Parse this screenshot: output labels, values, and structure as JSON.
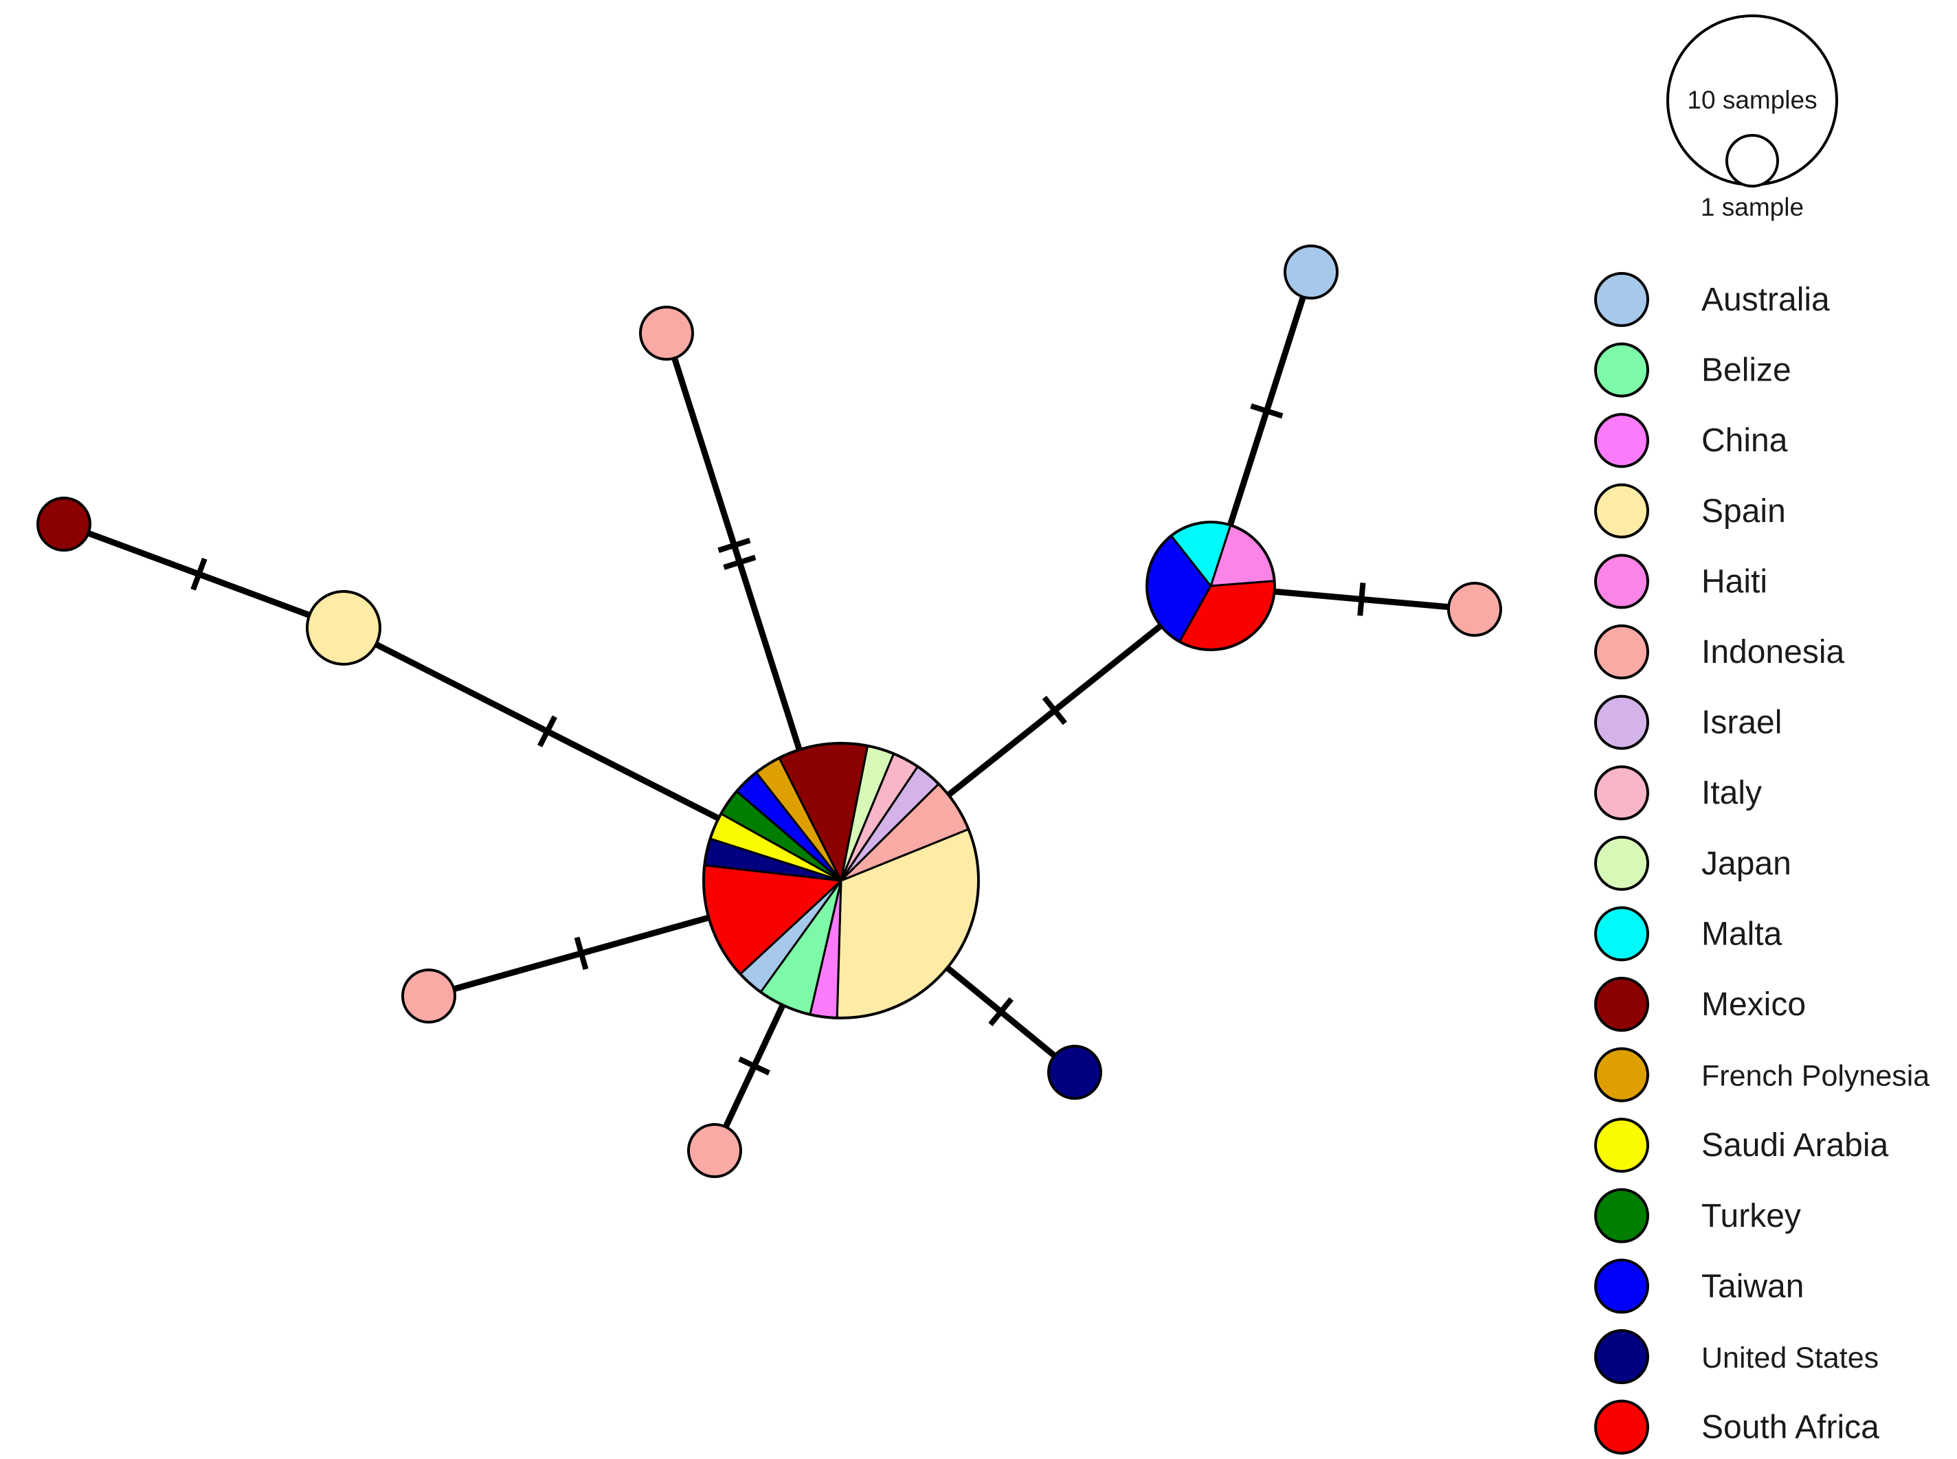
{
  "scale": {
    "large_label": "10 samples",
    "large_count": 10,
    "small_label": "1 sample",
    "small_count": 1
  },
  "legend": [
    {
      "id": "australia",
      "name": "Australia",
      "color": "#a6c8ea"
    },
    {
      "id": "belize",
      "name": "Belize",
      "color": "#7dfaa7"
    },
    {
      "id": "china",
      "name": "China",
      "color": "#fb7bfb"
    },
    {
      "id": "spain",
      "name": "Spain",
      "color": "#fdeba6"
    },
    {
      "id": "haiti",
      "name": "Haiti",
      "color": "#fb84e6"
    },
    {
      "id": "indonesia",
      "name": "Indonesia",
      "color": "#f9aaa5"
    },
    {
      "id": "israel",
      "name": "Israel",
      "color": "#d4b3ea"
    },
    {
      "id": "italy",
      "name": "Italy",
      "color": "#f8b6c8"
    },
    {
      "id": "japan",
      "name": "Japan",
      "color": "#d8f8b8"
    },
    {
      "id": "malta",
      "name": "Malta",
      "color": "#00fafa"
    },
    {
      "id": "mexico",
      "name": "Mexico",
      "color": "#8b0000"
    },
    {
      "id": "french_polynesia",
      "name": "French Polynesia",
      "color": "#dea000"
    },
    {
      "id": "saudi_arabia",
      "name": "Saudi Arabia",
      "color": "#fbfb00"
    },
    {
      "id": "turkey",
      "name": "Turkey",
      "color": "#007e00"
    },
    {
      "id": "taiwan",
      "name": "Taiwan",
      "color": "#0000fb"
    },
    {
      "id": "united_states",
      "name": "United States",
      "color": "#000080"
    },
    {
      "id": "south_africa",
      "name": "South Africa",
      "color": "#fb0000"
    }
  ],
  "haplotypes": [
    {
      "id": "central",
      "samples": 13,
      "composition": [
        {
          "country": "spain",
          "count": 3
        },
        {
          "country": "china",
          "count": 0.3
        },
        {
          "country": "belize",
          "count": 0.6
        },
        {
          "country": "australia",
          "count": 0.3
        },
        {
          "country": "south_africa",
          "count": 1.3
        },
        {
          "country": "united_states",
          "count": 0.3
        },
        {
          "country": "saudi_arabia",
          "count": 0.3
        },
        {
          "country": "turkey",
          "count": 0.3
        },
        {
          "country": "taiwan",
          "count": 0.3
        },
        {
          "country": "french_polynesia",
          "count": 0.3
        },
        {
          "country": "mexico",
          "count": 1.0
        },
        {
          "country": "japan",
          "count": 0.3
        },
        {
          "country": "italy",
          "count": 0.3
        },
        {
          "country": "israel",
          "count": 0.3
        },
        {
          "country": "indonesia",
          "count": 0.6
        }
      ]
    },
    {
      "id": "right-hub",
      "samples": 3,
      "composition": [
        {
          "country": "haiti",
          "count": 0.6
        },
        {
          "country": "south_africa",
          "count": 1.1
        },
        {
          "country": "taiwan",
          "count": 1.0
        },
        {
          "country": "malta",
          "count": 0.5
        }
      ]
    },
    {
      "id": "spain-node",
      "samples": 1.4,
      "composition": [
        {
          "country": "spain",
          "count": 1
        }
      ]
    },
    {
      "id": "mexico-node",
      "samples": 1,
      "composition": [
        {
          "country": "mexico",
          "count": 1
        }
      ]
    },
    {
      "id": "indonesia-top",
      "samples": 1,
      "composition": [
        {
          "country": "indonesia",
          "count": 1
        }
      ]
    },
    {
      "id": "indonesia-left",
      "samples": 1,
      "composition": [
        {
          "country": "indonesia",
          "count": 1
        }
      ]
    },
    {
      "id": "indonesia-bottom",
      "samples": 1,
      "composition": [
        {
          "country": "indonesia",
          "count": 1
        }
      ]
    },
    {
      "id": "united-states-node",
      "samples": 1,
      "composition": [
        {
          "country": "united_states",
          "count": 1
        }
      ]
    },
    {
      "id": "australia-node",
      "samples": 1,
      "composition": [
        {
          "country": "australia",
          "count": 1
        }
      ]
    },
    {
      "id": "indonesia-right",
      "samples": 1,
      "composition": [
        {
          "country": "indonesia",
          "count": 1
        }
      ]
    }
  ],
  "edges": [
    {
      "from": "central",
      "to": "spain-node",
      "mutations": 1
    },
    {
      "from": "spain-node",
      "to": "mexico-node",
      "mutations": 1
    },
    {
      "from": "central",
      "to": "indonesia-top",
      "mutations": 2
    },
    {
      "from": "central",
      "to": "indonesia-left",
      "mutations": 1
    },
    {
      "from": "central",
      "to": "indonesia-bottom",
      "mutations": 1
    },
    {
      "from": "central",
      "to": "united-states-node",
      "mutations": 1
    },
    {
      "from": "central",
      "to": "right-hub",
      "mutations": 1
    },
    {
      "from": "right-hub",
      "to": "australia-node",
      "mutations": 1
    },
    {
      "from": "right-hub",
      "to": "indonesia-right",
      "mutations": 1
    }
  ]
}
